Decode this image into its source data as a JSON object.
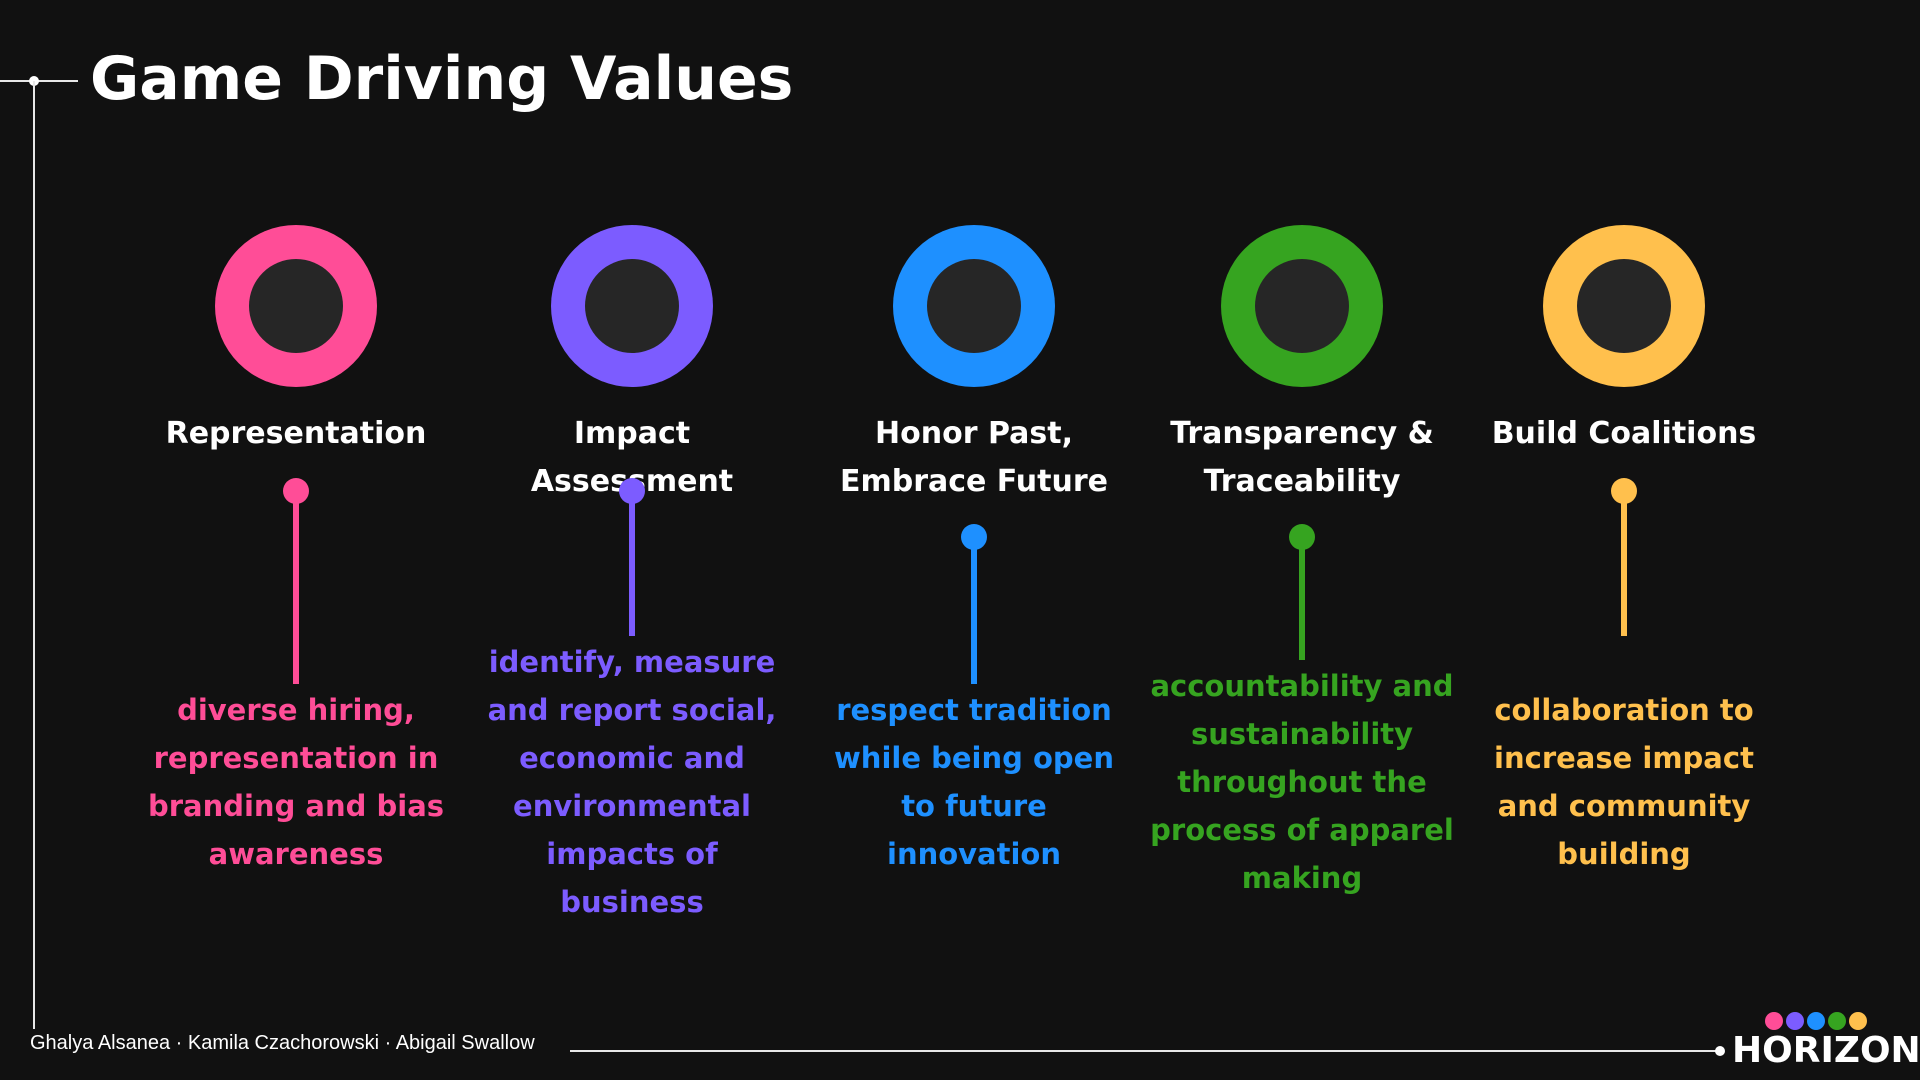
{
  "title": "Game Driving Values",
  "values": [
    {
      "heading": "Representation",
      "description": "diverse hiring,\nrepresentation in\nbranding and bias\nawareness",
      "color": "#ff4d97"
    },
    {
      "heading": "Impact Assessment",
      "description": "identify, measure\nand report social,\neconomic and\nenvironmental\nimpacts of\nbusiness",
      "color": "#7c5cff"
    },
    {
      "heading": "Honor Past,\nEmbrace Future",
      "description": "respect tradition\nwhile being open\nto future\ninnovation",
      "color": "#1e90ff"
    },
    {
      "heading": "Transparency &\nTraceability",
      "description": "accountability and\nsustainability\nthroughout the\nprocess of apparel\nmaking",
      "color": "#36a420"
    },
    {
      "heading": "Build Coalitions",
      "description": "collaboration to\nincrease impact\nand community\nbuilding",
      "color": "#ffc04d"
    }
  ],
  "footer": {
    "authors": "Ghalya Alsanea · Kamila Czachorowski · Abigail Swallow",
    "brand": "HORIZON",
    "brand_dot_colors": [
      "#ff4d97",
      "#7c5cff",
      "#1e90ff",
      "#36a420",
      "#ffc04d"
    ]
  }
}
